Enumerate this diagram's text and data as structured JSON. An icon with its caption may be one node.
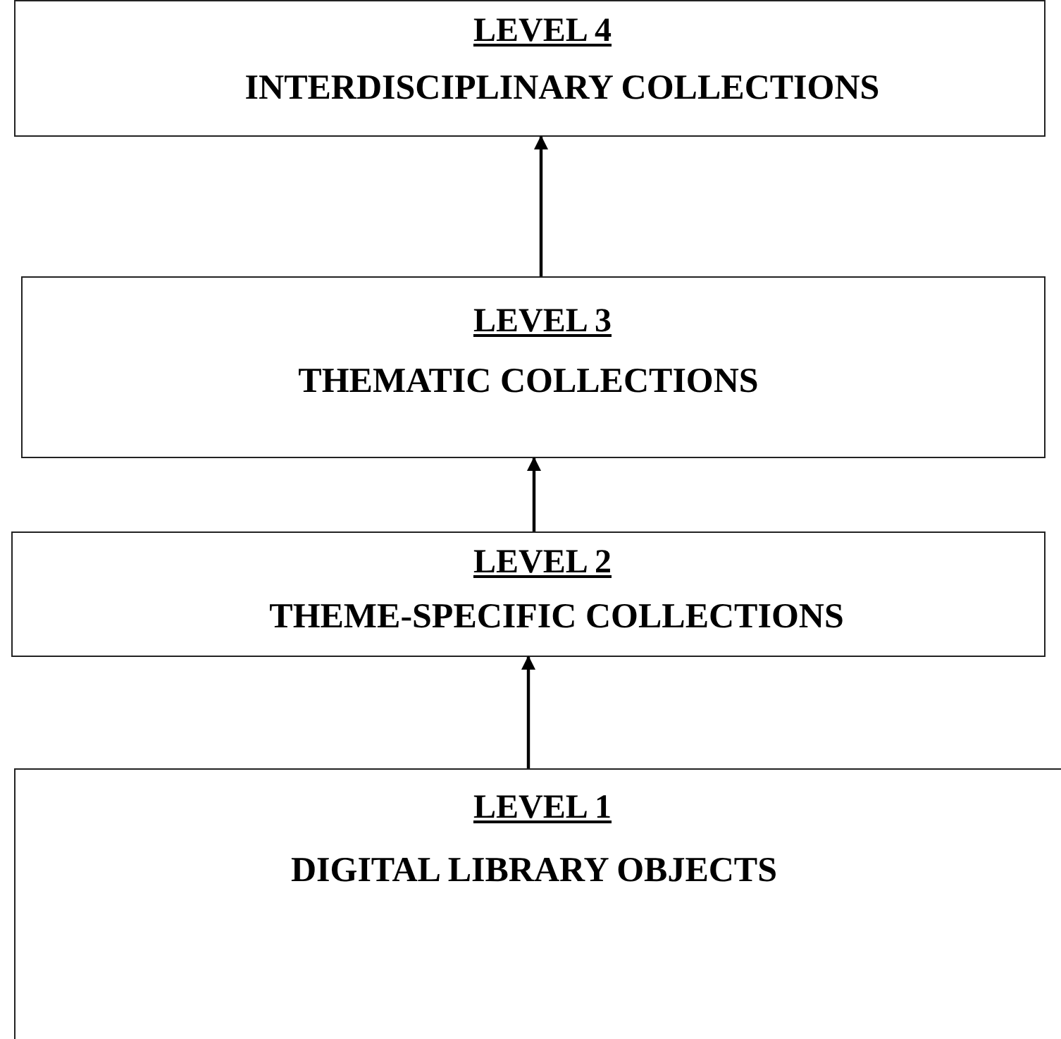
{
  "diagram": {
    "nodes": [
      {
        "text": [
          "LEVEL 4",
          "INTERDISCIPLINARY COLLECTIONS"
        ]
      },
      {
        "text": [
          "LEVEL 3",
          "THEMATIC COLLECTIONS"
        ]
      },
      {
        "text": [
          "LEVEL 2",
          "THEME-SPECIFIC COLLECTIONS"
        ]
      },
      {
        "text": [
          "LEVEL 1",
          "DIGITAL LIBRARY OBJECTS"
        ]
      }
    ],
    "edges": [
      {
        "from": 3,
        "to": 2,
        "arrow": "to"
      },
      {
        "from": 2,
        "to": 1,
        "arrow": "to"
      },
      {
        "from": 1,
        "to": 0,
        "arrow": "to"
      }
    ]
  }
}
